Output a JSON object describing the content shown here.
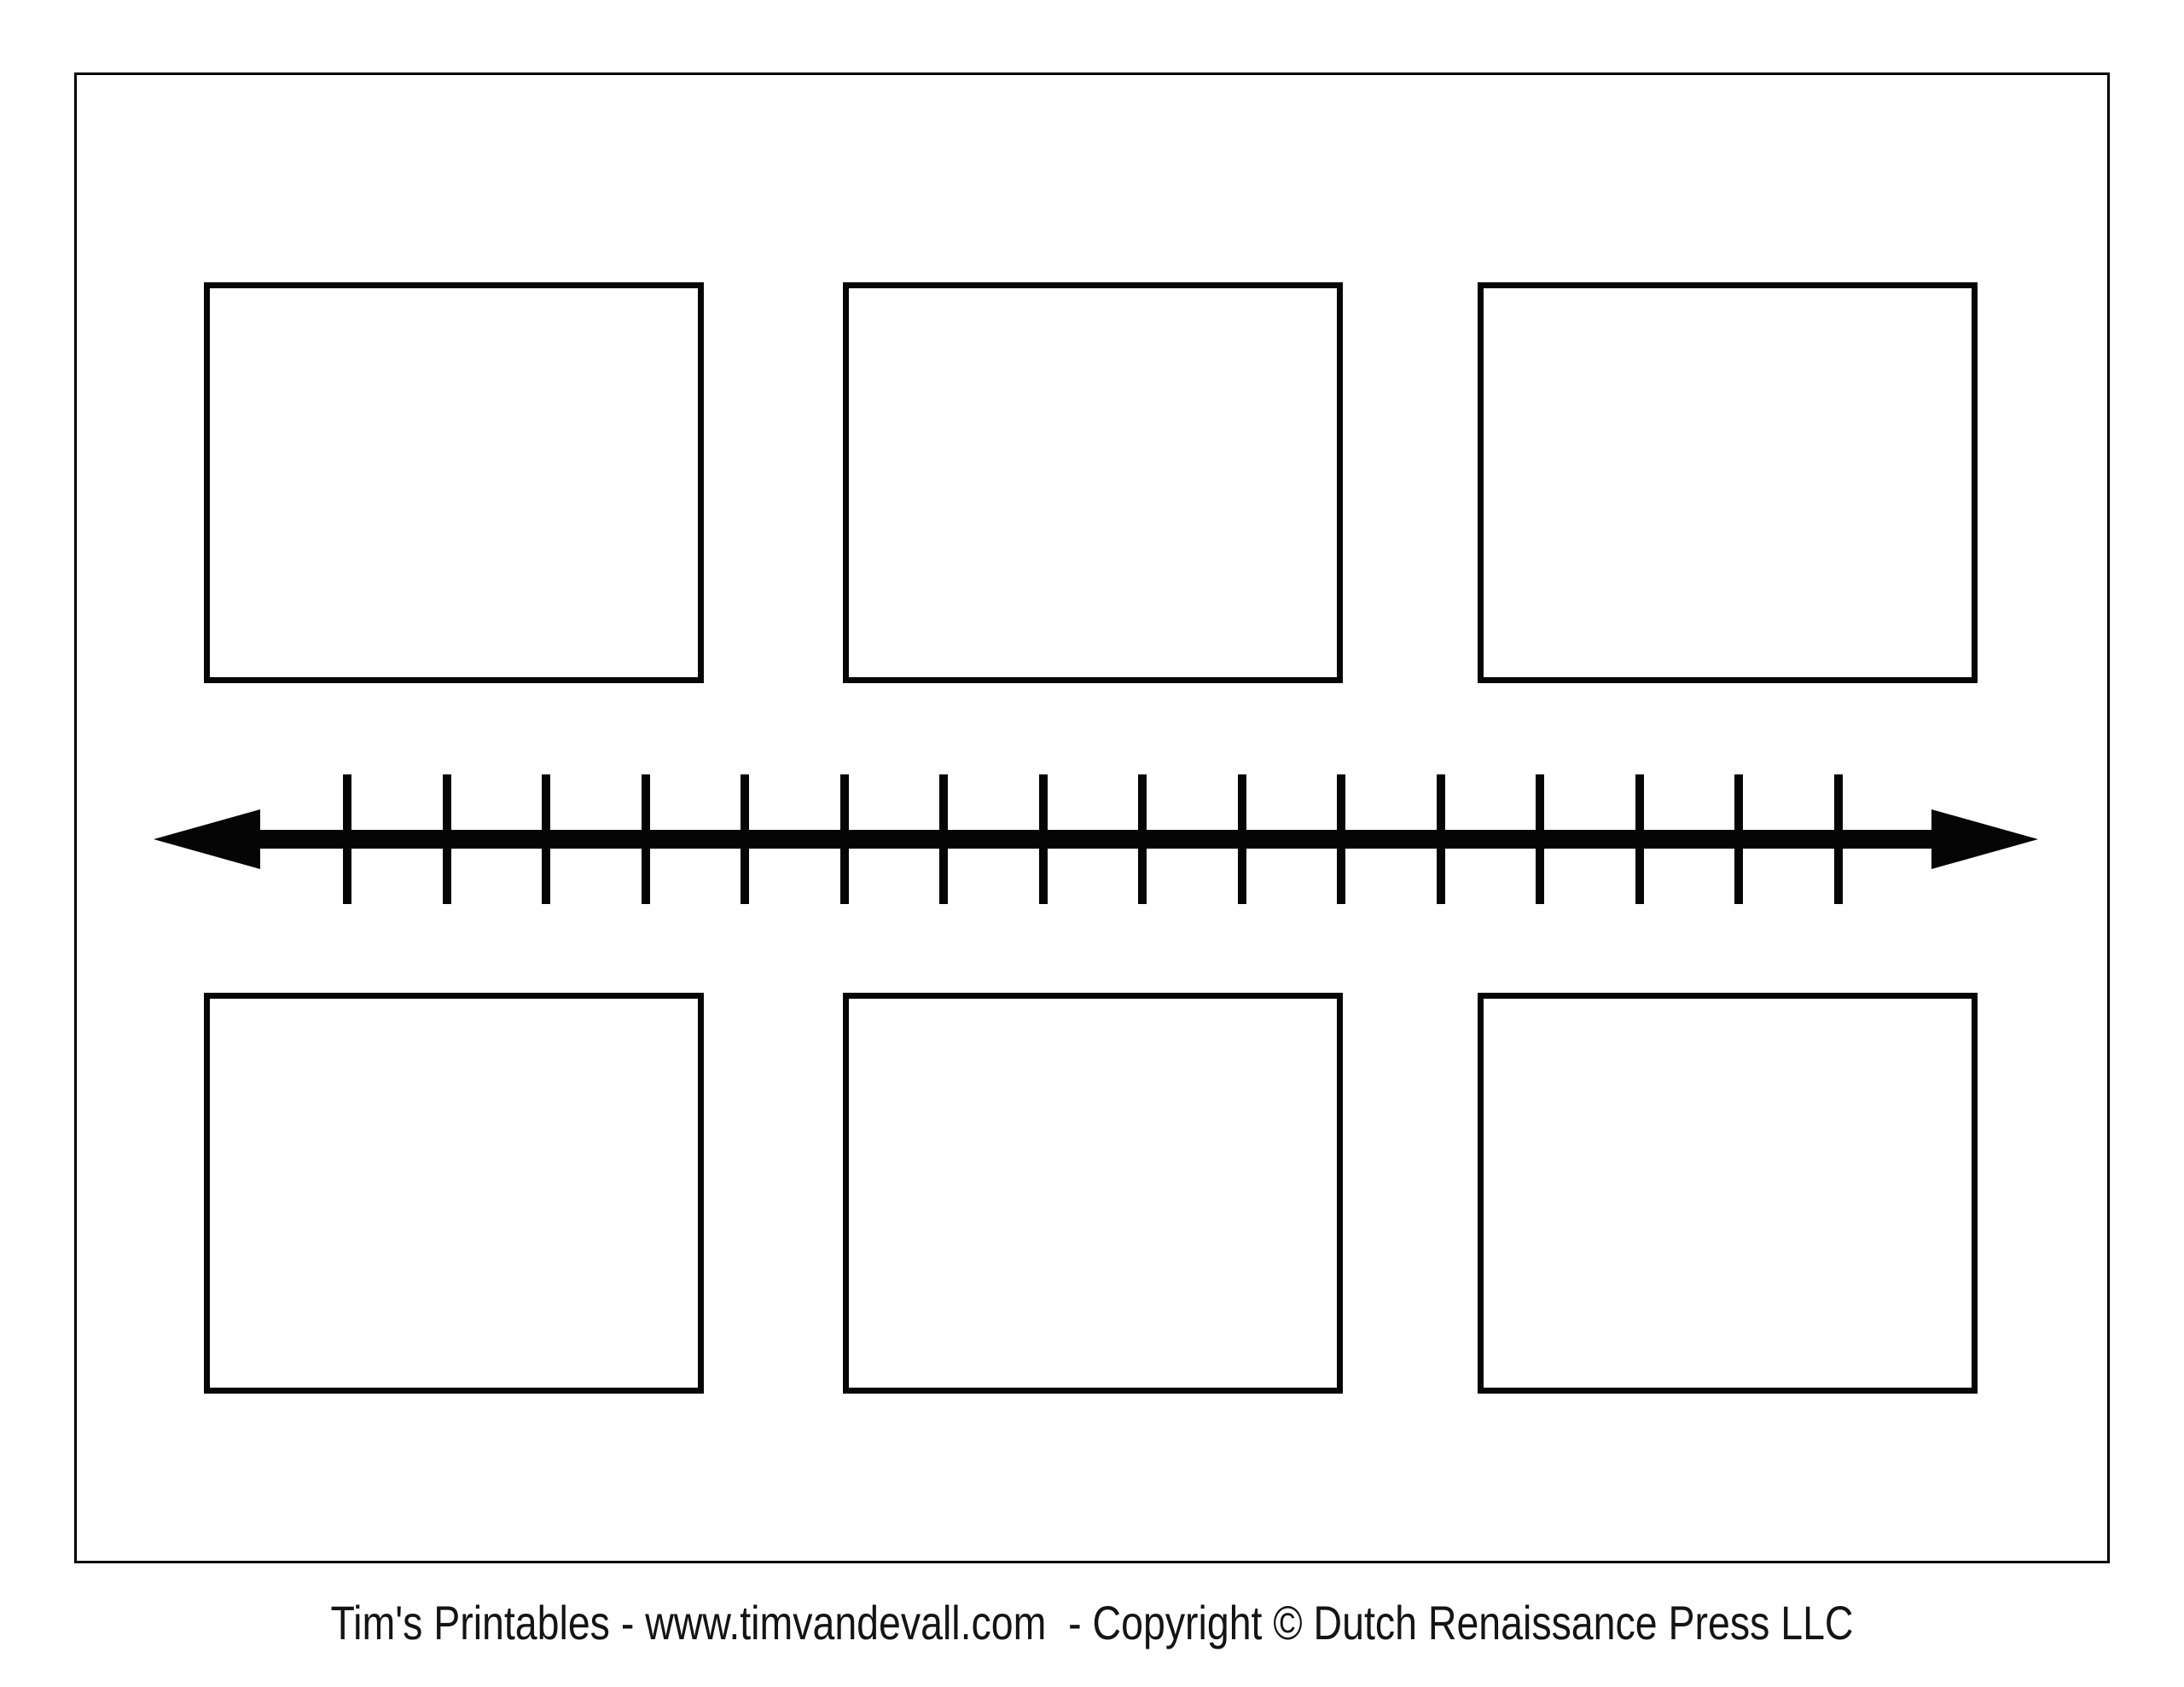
{
  "page": {
    "background_color": "#ffffff",
    "ink_color": "#000000",
    "border_color": "#000000"
  },
  "boxes": {
    "rows": 2,
    "columns": 3,
    "count": 6
  },
  "timeline": {
    "tick_count": 16,
    "color": "#000000",
    "left_arrowhead": "left-arrowhead-icon",
    "right_arrowhead": "right-arrowhead-icon"
  },
  "footer": {
    "text": "Tim's Printables - www.timvandevall.com  - Copyright © Dutch Renaissance Press LLC"
  }
}
